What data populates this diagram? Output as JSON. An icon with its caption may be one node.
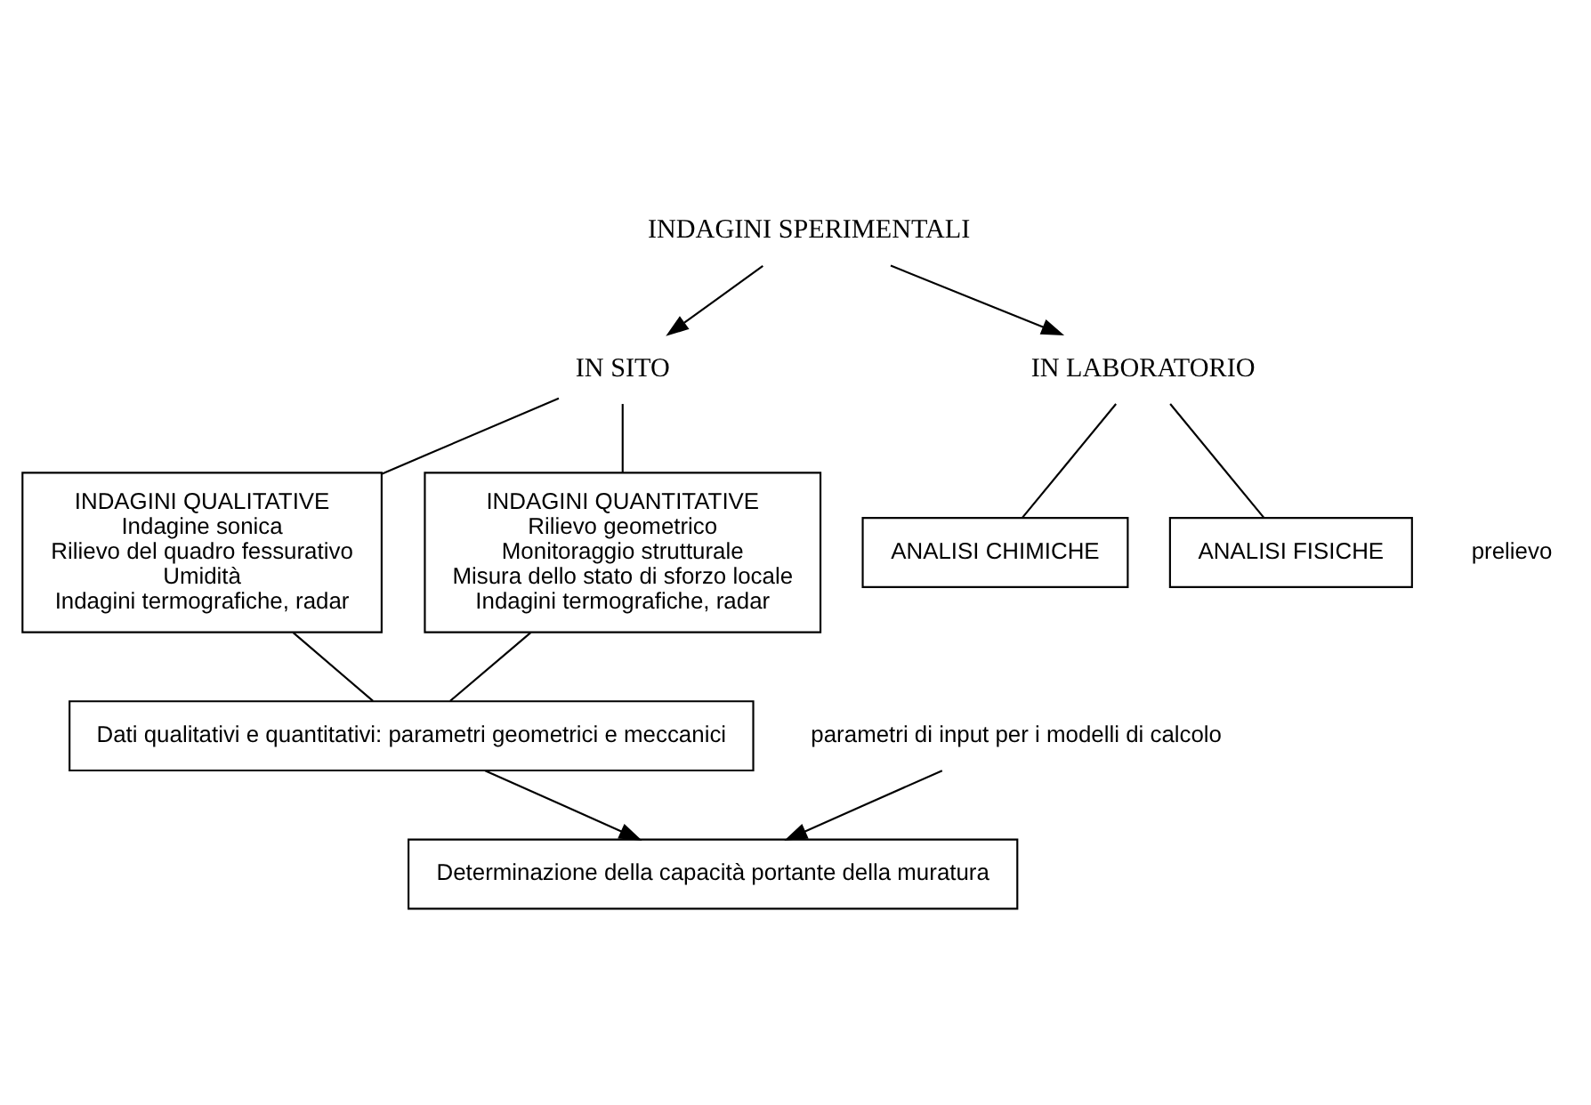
{
  "diagram": {
    "nodes": [
      {
        "text": [
          "INDAGINI SPERIMENTALI"
        ]
      },
      {
        "text": [
          "IN SITO"
        ]
      },
      {
        "text": [
          "IN LABORATORIO"
        ]
      },
      {
        "text": [
          "INDAGINI QUALITATIVE",
          "Indagine sonica",
          "Rilievo del quadro fessurativo",
          "Umidità",
          "Indagini termografiche, radar"
        ]
      },
      {
        "text": [
          "INDAGINI QUANTITATIVE",
          "Rilievo geometrico",
          "Monitoraggio strutturale",
          "Misura dello stato di sforzo locale",
          "Indagini termografiche, radar"
        ]
      },
      {
        "text": [
          "ANALISI CHIMICHE"
        ]
      },
      {
        "text": [
          "ANALISI FISICHE"
        ]
      },
      {
        "text": [
          "parametri di input per i modelli di calcolo"
        ]
      },
      {
        "text": [
          "Determinazione della capacità portante della muratura"
        ]
      },
      {
        "text": [
          "Dati qualitativi e quantitativi: parametri geometrici e meccanici"
        ]
      }
    ],
    "edges": [
      {
        "from": 0,
        "to": 1,
        "arrow": "to"
      },
      {
        "from": 0,
        "to": 2,
        "arrow": "to"
      },
      {
        "from": 1,
        "to": 3,
        "arrow": "none"
      },
      {
        "from": 1,
        "to": 4,
        "arrow": "none"
      },
      {
        "from": 2,
        "to": 5,
        "arrow": "none"
      },
      {
        "from": 2,
        "to": 6,
        "arrow": "none"
      },
      {
        "from": 7,
        "to": 8,
        "arrow": "to"
      },
      {
        "from": 3,
        "to": 9,
        "arrow": "none"
      },
      {
        "from": 4,
        "to": 9,
        "arrow": "none"
      },
      {
        "from": 9,
        "to": 8,
        "arrow": "to"
      }
    ],
    "labels": [
      "prelievo"
    ]
  }
}
